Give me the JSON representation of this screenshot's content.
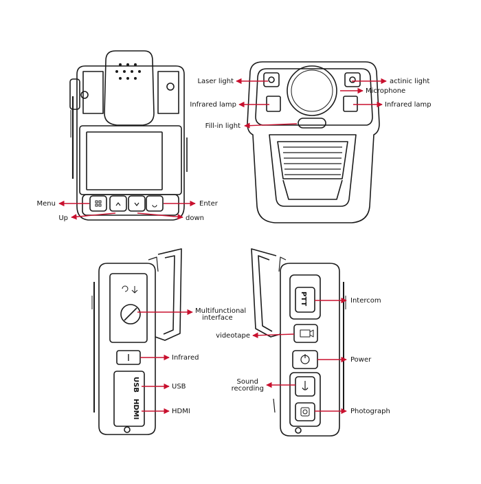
{
  "colors": {
    "arrow": "#c8102e",
    "line": "#1a1a1a",
    "background": "#ffffff"
  },
  "views": {
    "front": {
      "menu": "Menu",
      "enter": "Enter",
      "up": "Up",
      "down": "down"
    },
    "back": {
      "laser_light": "Laser light",
      "actinic_light": "actinic light",
      "microphone": "Microphone",
      "infrared_lamp_left": "Infrared lamp",
      "infrared_lamp_right": "Infrared lamp",
      "fill_in_light": "Fill-in light"
    },
    "left_side": {
      "multifunctional_line1": "Multifunctional",
      "multifunctional_line2": "interface",
      "infrared": "Infrared",
      "usb": "USB",
      "hdmi": "HDMI",
      "port_usb": "USB",
      "port_hdmi": "HDMI"
    },
    "right_side": {
      "intercom": "Intercom",
      "videotape": "videotape",
      "power": "Power",
      "sound_recording_line1": "Sound",
      "sound_recording_line2": "recording",
      "photograph": "Photograph",
      "ptt": "PTT"
    }
  }
}
